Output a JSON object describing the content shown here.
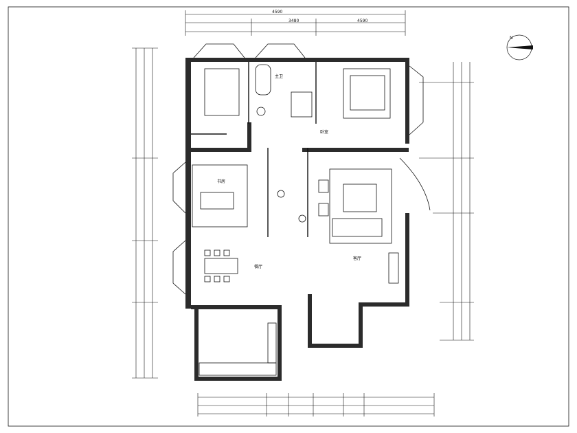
{
  "drawing": {
    "sheet_border": true,
    "rooms": {
      "master_bath_label": "主卫",
      "study_label": "书房",
      "bedroom2_label": "卧室",
      "dining_label": "餐厅",
      "living_label": "客厅"
    },
    "north_arrow": {
      "label": "N"
    }
  },
  "dimensions": {
    "top_overall": "4590",
    "top_segments": [
      "3480",
      "4590"
    ]
  }
}
